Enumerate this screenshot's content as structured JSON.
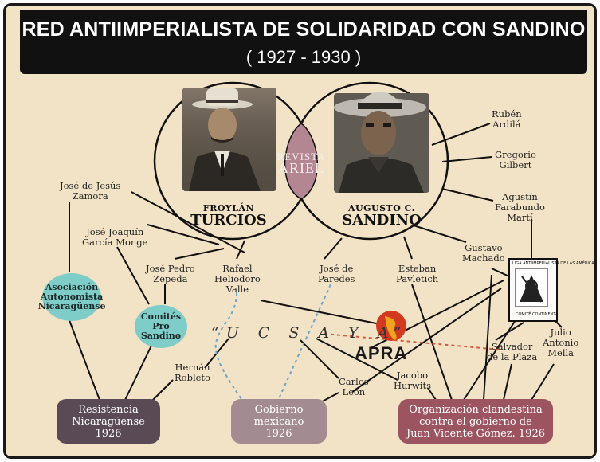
{
  "header": {
    "title": "RED ANTIIMPERIALISTA DE SOLIDARIDAD CON SANDINO",
    "subtitle": "( 1927 - 1930 )"
  },
  "center": {
    "turcios": {
      "first": "FROYLÁN",
      "last": "TURCIOS"
    },
    "sandino": {
      "first": "AUGUSTO C.",
      "last": "SANDINO"
    },
    "revista": [
      "REVISTA",
      "ARIEL"
    ]
  },
  "people": {
    "ruben": [
      "Rubén",
      "Ardilá"
    ],
    "gregorio": [
      "Gregorio",
      "Gilbert"
    ],
    "agustin": [
      "Agustín",
      "Farabundo",
      "Martí"
    ],
    "gustavo": [
      "Gustavo",
      "Machado"
    ],
    "julio": [
      "Julio",
      "Antonio",
      "Mella"
    ],
    "salvador": [
      "Salvador",
      "de la Plaza"
    ],
    "jacobo": [
      "Jacobo",
      "Hurwits"
    ],
    "carlos": [
      "Carlos",
      "León"
    ],
    "esteban": [
      "Esteban",
      "Pavletich"
    ],
    "josedeparedes": [
      "José de",
      "Paredes"
    ],
    "rafael": [
      "Rafael",
      "Heliodoro",
      "Valle"
    ],
    "josepedro": [
      "José Pedro",
      "Zepeda"
    ],
    "josejoaquin": [
      "José Joaquín",
      "García Monge"
    ],
    "josedejesus": [
      "José de Jesús",
      "Zamora"
    ],
    "hernan": [
      "Hernán",
      "Robleto"
    ]
  },
  "groups": {
    "asociacion": [
      "Asociación",
      "Autonomista",
      "Nicaragüense"
    ],
    "comites": [
      "Comités",
      "Pro",
      "Sandino"
    ],
    "ucsaya": "“U C S A Y A”",
    "apra": "APRA",
    "emblem": {
      "top": "LIGA ANTIIMPERIALISTA DE LAS AMÉRICAS",
      "bottom": "COMITÉ CONTINENTAL"
    }
  },
  "outcomes": {
    "resistencia": {
      "lines": [
        "Resistencia",
        "Nicaragüense",
        "1926"
      ],
      "color": "#5a4a55"
    },
    "gobierno": {
      "lines": [
        "Gobierno",
        "mexicano",
        "1926"
      ],
      "color": "#a38c91"
    },
    "organizacion": {
      "lines": [
        "Organización clandestina",
        "contra el gobierno de",
        "Juan Vicente Gómez. 1926"
      ],
      "color": "#9c5560"
    }
  },
  "colors": {
    "background": "#f3e3c6",
    "teal": "#7fcdc9",
    "ariel": "#b48691",
    "apra_red": "#d13a1f",
    "apra_orange": "#f0a31d",
    "dashed_blue": "#6fa6c7",
    "dashed_red": "#d65b3c"
  }
}
